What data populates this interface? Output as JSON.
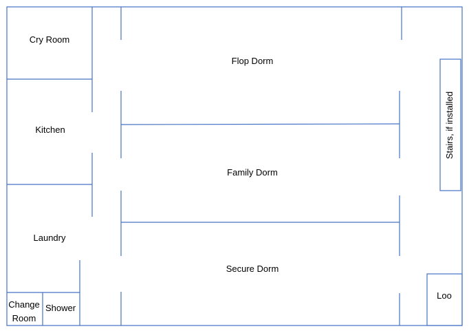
{
  "colors": {
    "line": "#4472C4",
    "text": "#000000",
    "background": "#ffffff"
  },
  "rooms": {
    "cry_room": "Cry Room",
    "kitchen": "Kitchen",
    "laundry": "Laundry",
    "change_room_line1": "Change",
    "change_room_line2": "Room",
    "shower": "Shower",
    "flop_dorm": "Flop Dorm",
    "family_dorm": "Family Dorm",
    "secure_dorm": "Secure Dorm",
    "stairs": "Stairs, if installed",
    "loo": "Loo"
  }
}
